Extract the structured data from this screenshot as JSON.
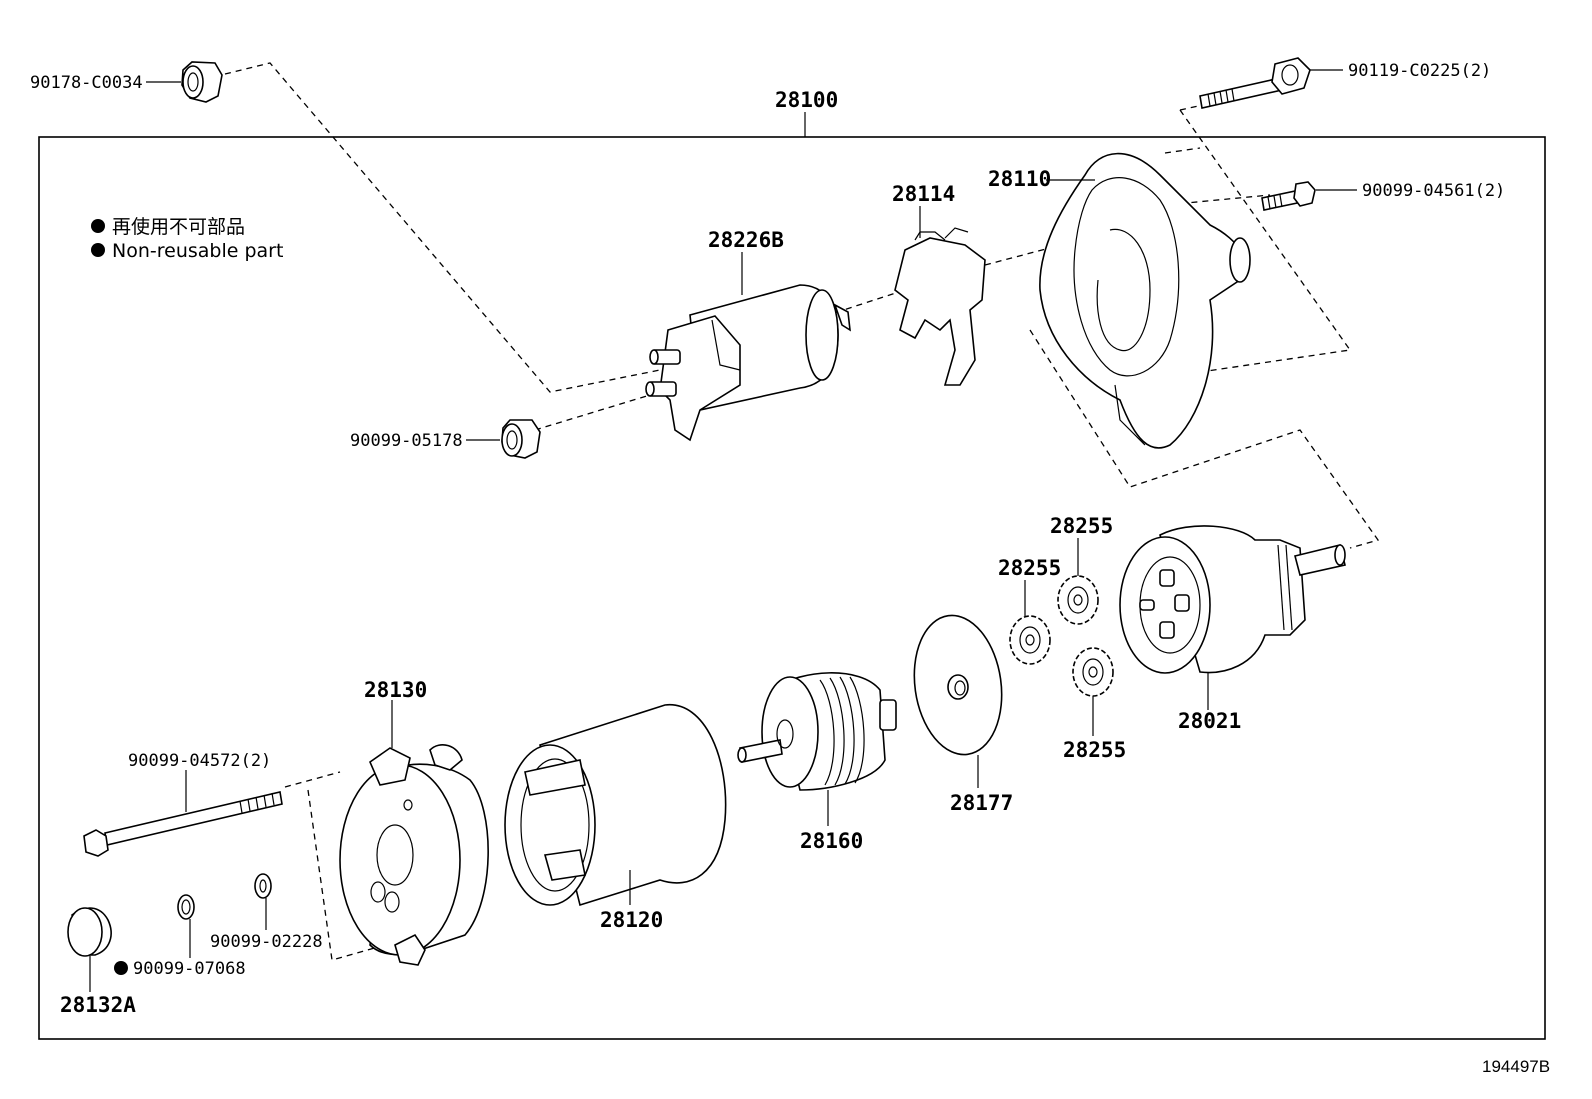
{
  "legend": {
    "jp": "再使用不可部品",
    "en": "Non-reusable part"
  },
  "figure_id": "194497B",
  "parts": {
    "p28100": "28100",
    "p90178": "90178-C0034",
    "p90119": "90119-C0225(2)",
    "p28110": "28110",
    "p28114": "28114",
    "p90099_04561": "90099-04561(2)",
    "p28226B": "28226B",
    "p90099_05178": "90099-05178",
    "p28255a": "28255",
    "p28255b": "28255",
    "p28255c": "28255",
    "p28021": "28021",
    "p28177": "28177",
    "p28160": "28160",
    "p28130": "28130",
    "p90099_04572": "90099-04572(2)",
    "p28120": "28120",
    "p90099_02228": "90099-02228",
    "p90099_07068": "90099-07068",
    "p28132A": "28132A"
  }
}
